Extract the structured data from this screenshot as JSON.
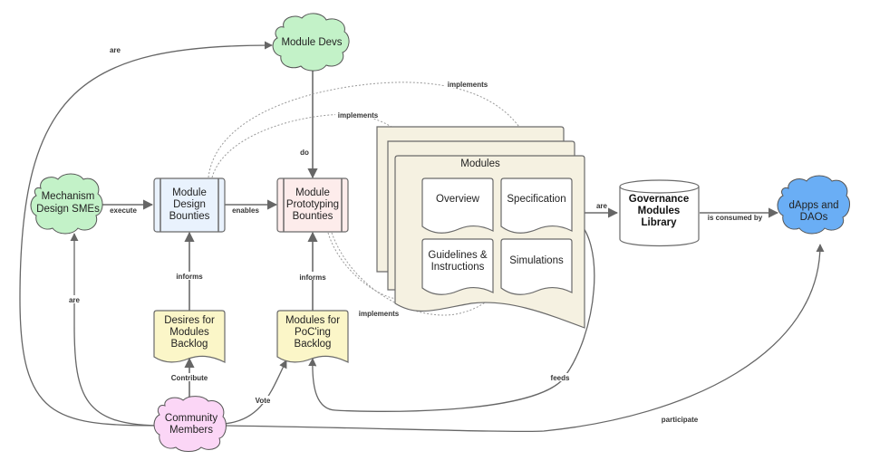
{
  "colors": {
    "cloud_green": "#c3f2c8",
    "cloud_pink": "#fbd6f6",
    "cloud_blue": "#6aaef5",
    "design_bounties_fill": "#e9f2fd",
    "prototyping_bounties_fill": "#fdeceb",
    "backlog_fill": "#fbf6c8",
    "modules_stack_fill": "#f5f1e1",
    "document_fill": "#ffffff",
    "edge": "#666666"
  },
  "nodes": {
    "module_devs": {
      "label": "Module Devs",
      "shape": "cloud"
    },
    "mechanism_design_smes": {
      "lines": [
        "Mechanism",
        "Design SMEs"
      ],
      "shape": "cloud"
    },
    "module_design_bounties": {
      "lines": [
        "Module",
        "Design",
        "Bounties"
      ],
      "shape": "process"
    },
    "module_prototyping_bounties": {
      "lines": [
        "Module",
        "Prototyping",
        "Bounties"
      ],
      "shape": "process"
    },
    "desires_backlog": {
      "lines": [
        "Desires for",
        "Modules",
        "Backlog"
      ],
      "shape": "document"
    },
    "poc_backlog": {
      "lines": [
        "Modules for",
        "PoC'ing",
        "Backlog"
      ],
      "shape": "document"
    },
    "community_members": {
      "lines": [
        "Community",
        "Members"
      ],
      "shape": "cloud"
    },
    "modules_stack": {
      "label": "Modules",
      "shape": "multi-document"
    },
    "overview": {
      "label": "Overview",
      "shape": "document"
    },
    "specification": {
      "label": "Specification",
      "shape": "document"
    },
    "guidelines": {
      "lines": [
        "Guidelines &",
        "Instructions"
      ],
      "shape": "document"
    },
    "simulations": {
      "label": "Simulations",
      "shape": "document"
    },
    "governance_library": {
      "lines": [
        "Governance",
        "Modules",
        "Library"
      ],
      "shape": "database"
    },
    "dapps_daos": {
      "lines": [
        "dApps and",
        "DAOs"
      ],
      "shape": "cloud"
    }
  },
  "edges": {
    "are_top": "are",
    "are_left": "are",
    "execute": "execute",
    "enables": "enables",
    "do": "do",
    "informs_design": "informs",
    "informs_proto": "informs",
    "contribute": "Contribute",
    "vote": "Vote",
    "implements_spec": "implements",
    "implements_overview": "implements",
    "implements_lower": "implements",
    "are_library": "are",
    "consumed_by": "is consumed by",
    "feeds": "feeds",
    "participate": "participate"
  }
}
